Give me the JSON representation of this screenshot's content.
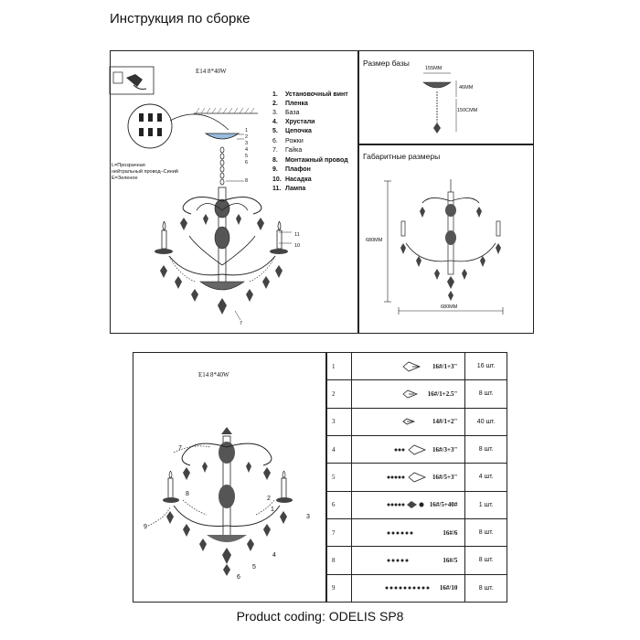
{
  "page_title": "Инструкция по сборке",
  "top_diagram": {
    "bulb_spec": "E14   8*40W",
    "wiring_note": [
      "L=Прозрачная",
      "нейтральный провод–Синий",
      "E=Зеленое"
    ],
    "legend": [
      {
        "num": "1.",
        "label": "Установочный винт"
      },
      {
        "num": "2.",
        "label": "Пленка"
      },
      {
        "num": "3.",
        "label": "База"
      },
      {
        "num": "4.",
        "label": "Хрустали"
      },
      {
        "num": "5.",
        "label": "Цепочка"
      },
      {
        "num": "6.",
        "label": "Рожки"
      },
      {
        "num": "7.",
        "label": "Гайка"
      },
      {
        "num": "8.",
        "label": "Монтажный провод"
      },
      {
        "num": "9.",
        "label": "Плафон"
      },
      {
        "num": "10.",
        "label": "Насадка"
      },
      {
        "num": "11.",
        "label": "Лампа"
      }
    ],
    "callouts": [
      "1",
      "2",
      "3",
      "4",
      "5",
      "6",
      "8",
      "11",
      "10",
      "7"
    ]
  },
  "base_size_panel": {
    "title": "Размер базы",
    "width_label": "155MM",
    "height_label": "46MM",
    "drop_label": "150CMM"
  },
  "overall_panel": {
    "title": "Габаритные размеры",
    "height_label": "680MM",
    "width_label": "680MM"
  },
  "bottom_diagram": {
    "bulb_spec": "E14   8*40W",
    "callouts": [
      "7",
      "8",
      "9",
      "2",
      "1",
      "3",
      "4",
      "5",
      "6"
    ]
  },
  "parts_table": [
    {
      "num": "1",
      "spec": "16#/1+3\"",
      "qty": "16 шт."
    },
    {
      "num": "2",
      "spec": "16#/1+2.5\"",
      "qty": "8 шт."
    },
    {
      "num": "3",
      "spec": "14#/1+2\"",
      "qty": "40 шт."
    },
    {
      "num": "4",
      "spec": "16#/3+3\"",
      "qty": "8 шт."
    },
    {
      "num": "5",
      "spec": "16#/5+3\"",
      "qty": "4 шт."
    },
    {
      "num": "6",
      "spec": "16#/5+40#",
      "qty": "1 шт."
    },
    {
      "num": "7",
      "spec": "16#/6",
      "qty": "8 шт."
    },
    {
      "num": "8",
      "spec": "16#/5",
      "qty": "8 шт."
    },
    {
      "num": "9",
      "spec": "16#/10",
      "qty": "8 шт."
    }
  ],
  "footer": "Product coding: ODELIS SP8"
}
